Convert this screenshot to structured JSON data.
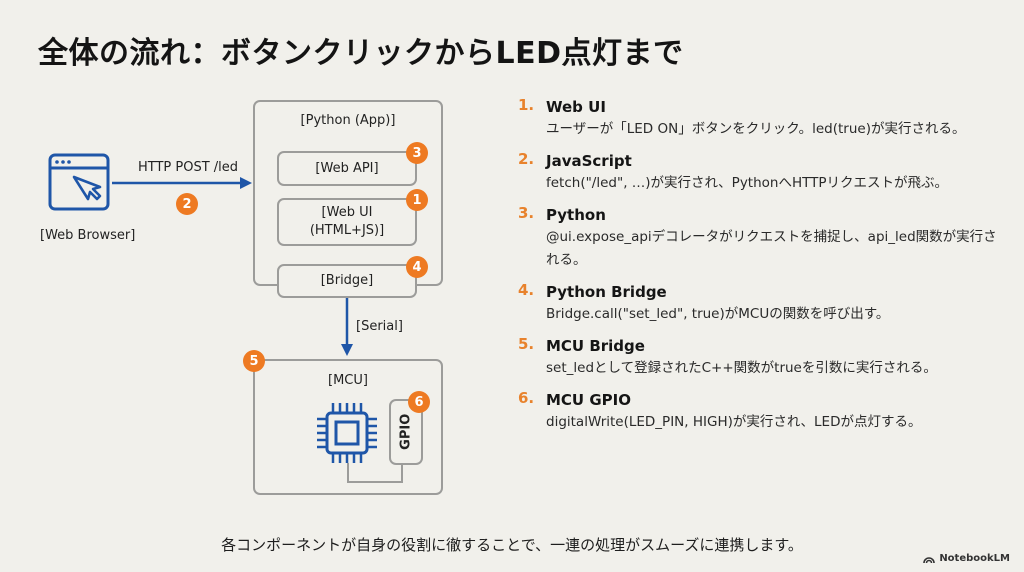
{
  "title": "全体の流れ：ボタンクリックからLED点灯まで",
  "diagram": {
    "browser": {
      "label": "[Web Browser]",
      "icon": "browser-cursor-icon"
    },
    "http_arrow": {
      "label": "HTTP POST /led",
      "badge": "2"
    },
    "python_app": {
      "label": "[Python (App)]"
    },
    "web_api": {
      "label": "[Web API]",
      "badge": "3"
    },
    "web_ui": {
      "label_line1": "[Web UI",
      "label_line2": "(HTML+JS)]",
      "badge": "1"
    },
    "bridge": {
      "label": "[Bridge]",
      "badge": "4"
    },
    "serial_arrow": {
      "label": "[Serial]"
    },
    "mcu": {
      "label": "[MCU]",
      "badge": "5",
      "icon": "chip-icon"
    },
    "gpio": {
      "label": "GPIO",
      "badge": "6"
    },
    "colors": {
      "accent_orange": "#ee7a22",
      "arrow_blue": "#1f56a8",
      "box_gray": "#9c9c9a"
    }
  },
  "steps": [
    {
      "num": "1.",
      "title": "Web UI",
      "desc": "ユーザーが「LED ON」ボタンをクリック。led(true)が実行される。"
    },
    {
      "num": "2.",
      "title": "JavaScript",
      "desc": "fetch(\"/led\", …)が実行され、PythonへHTTPリクエストが飛ぶ。"
    },
    {
      "num": "3.",
      "title": "Python",
      "desc": "@ui.expose_apiデコレータがリクエストを捕捉し、api_led関数が実行される。"
    },
    {
      "num": "4.",
      "title": "Python Bridge",
      "desc": "Bridge.call(\"set_led\", true)がMCUの関数を呼び出す。"
    },
    {
      "num": "5.",
      "title": "MCU Bridge",
      "desc": "set_ledとして登録されたC++関数がtrueを引数に実行される。"
    },
    {
      "num": "6.",
      "title": "MCU GPIO",
      "desc": "digitalWrite(LED_PIN, HIGH)が実行され、LEDが点灯する。"
    }
  ],
  "footer": "各コンポーネントが自身の役割に徹することで、一連の処理がスムーズに連携します。",
  "brand": "NotebookLM"
}
